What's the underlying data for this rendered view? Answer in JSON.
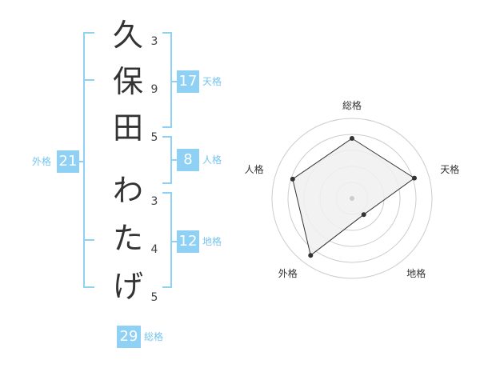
{
  "name": {
    "characters": [
      {
        "char": "久",
        "strokes": "3"
      },
      {
        "char": "保",
        "strokes": "9"
      },
      {
        "char": "田",
        "strokes": "5"
      },
      {
        "char": "わ",
        "strokes": "3"
      },
      {
        "char": "た",
        "strokes": "4"
      },
      {
        "char": "げ",
        "strokes": "5"
      }
    ]
  },
  "kakusu": {
    "tenkaku": {
      "value": "17",
      "label": "天格"
    },
    "jinkaku": {
      "value": "8",
      "label": "人格"
    },
    "chikaku": {
      "value": "12",
      "label": "地格"
    },
    "gaikaku": {
      "value": "21",
      "label": "外格"
    },
    "soukaku": {
      "value": "29",
      "label": "総格"
    }
  },
  "chart_data": {
    "type": "radar",
    "axes": [
      "総格",
      "天格",
      "地格",
      "外格",
      "人格"
    ],
    "values": [
      0.75,
      0.82,
      0.25,
      0.88,
      0.78
    ],
    "max": 1,
    "rings": 5
  },
  "colors": {
    "accent": "#8fd0f5",
    "label": "#76c4ee",
    "radar_fill": "#f0f0f0",
    "radar_line": "#333333",
    "ring": "#cccccc"
  }
}
